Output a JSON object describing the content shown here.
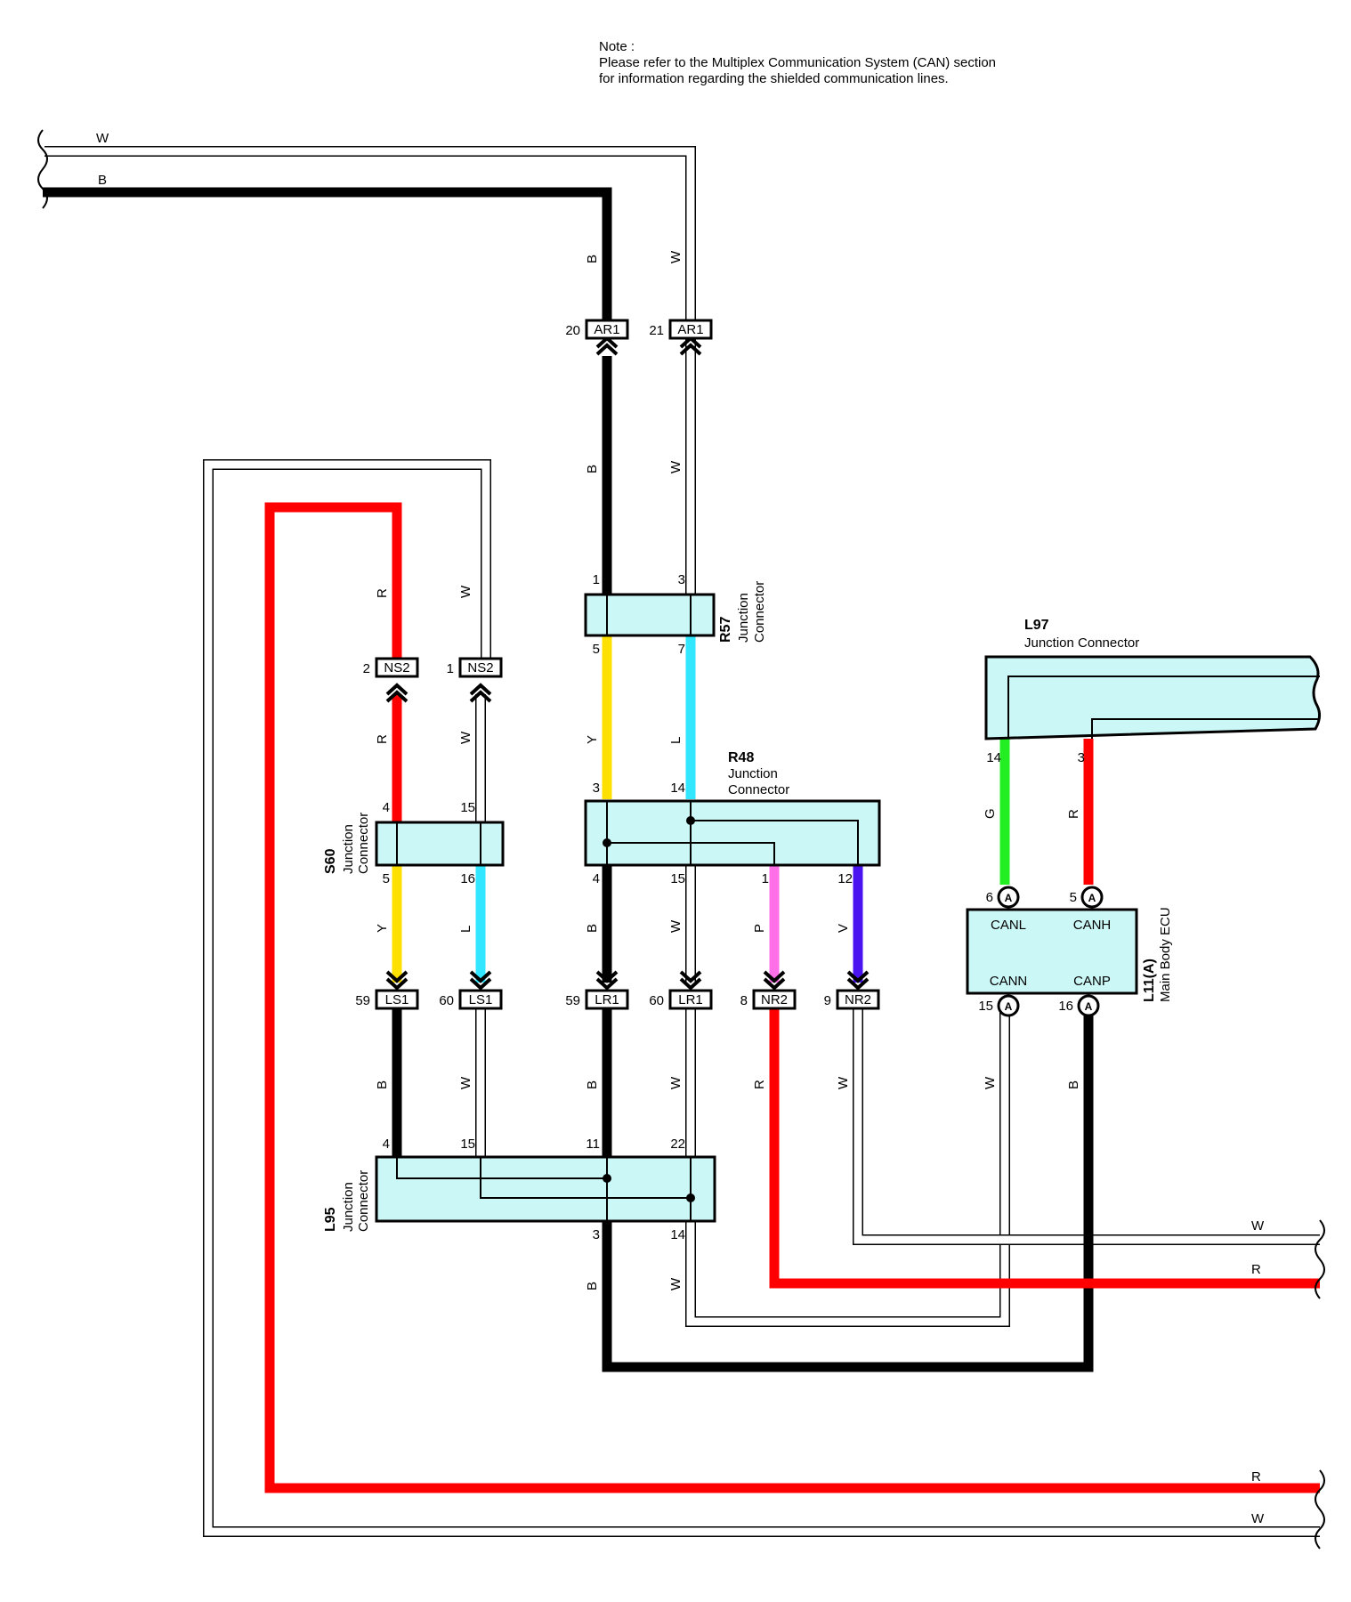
{
  "note": {
    "lines": [
      "Note :",
      "Please refer to the Multiplex Communication System (CAN) section",
      "for information regarding the shielded communication lines."
    ]
  },
  "colors": {
    "B": "#000000",
    "W": "#ffffff",
    "R": "#ff0000",
    "Y": "#ffe000",
    "L": "#33e6ff",
    "G": "#22ee22",
    "P": "#ff70e8",
    "V": "#4a14f0",
    "connector_fill": "#ccf7f7"
  },
  "wire_labels": {
    "top_W": "W",
    "top_B": "B",
    "ar_B_above": "B",
    "ar_W_above": "W",
    "ar_B_below": "B",
    "ar_W_below": "W",
    "ns_R_above": "R",
    "ns_W_above": "W",
    "ns_R_below": "R",
    "ns_W_below": "W",
    "r57_Y": "Y",
    "r57_L": "L",
    "s60_Y": "Y",
    "s60_L": "L",
    "r48_B": "B",
    "r48_W": "W",
    "r48_P": "P",
    "r48_V": "V",
    "l97_G": "G",
    "l97_R": "R",
    "ls_B": "B",
    "ls_W": "W",
    "lr_B": "B",
    "lr_W": "W",
    "nr_R": "R",
    "nr_W": "W",
    "ecu_W": "W",
    "ecu_B": "B",
    "l95_B": "B",
    "l95_W": "W",
    "right_W": "W",
    "right_R": "R",
    "bottom_R": "R",
    "bottom_W": "W"
  },
  "inline_connectors": [
    {
      "code": "AR1",
      "pin": "20"
    },
    {
      "code": "AR1",
      "pin": "21"
    },
    {
      "code": "NS2",
      "pin": "2"
    },
    {
      "code": "NS2",
      "pin": "1"
    },
    {
      "code": "LS1",
      "pin": "59"
    },
    {
      "code": "LS1",
      "pin": "60"
    },
    {
      "code": "LR1",
      "pin": "59"
    },
    {
      "code": "LR1",
      "pin": "60"
    },
    {
      "code": "NR2",
      "pin": "8"
    },
    {
      "code": "NR2",
      "pin": "9"
    }
  ],
  "components": {
    "r57": {
      "id": "R57",
      "desc1": "Junction",
      "desc2": "Connector",
      "pins": {
        "p1": "1",
        "p3": "3",
        "p5": "5",
        "p7": "7"
      }
    },
    "r48": {
      "id": "R48",
      "desc1": "Junction",
      "desc2": "Connector",
      "pins": {
        "p3": "3",
        "p14": "14",
        "p4": "4",
        "p15": "15",
        "p1": "1",
        "p12": "12"
      }
    },
    "s60": {
      "id": "S60",
      "desc1": "Junction",
      "desc2": "Connector",
      "pins": {
        "p4": "4",
        "p15": "15",
        "p5": "5",
        "p16": "16"
      }
    },
    "l95": {
      "id": "L95",
      "desc1": "Junction",
      "desc2": "Connector",
      "pins": {
        "p4": "4",
        "p15": "15",
        "p11": "11",
        "p22": "22",
        "p3": "3",
        "p14": "14"
      }
    },
    "l97": {
      "id": "L97",
      "desc": "Junction Connector",
      "pins": {
        "p14": "14",
        "p3": "3"
      }
    },
    "ecu": {
      "id": "L11(A)",
      "desc": "Main Body ECU",
      "canl": "CANL",
      "canh": "CANH",
      "cann": "CANN",
      "canp": "CANP",
      "pins": {
        "p6": "6",
        "p5": "5",
        "p15": "15",
        "p16": "16"
      },
      "circle": "A"
    }
  }
}
